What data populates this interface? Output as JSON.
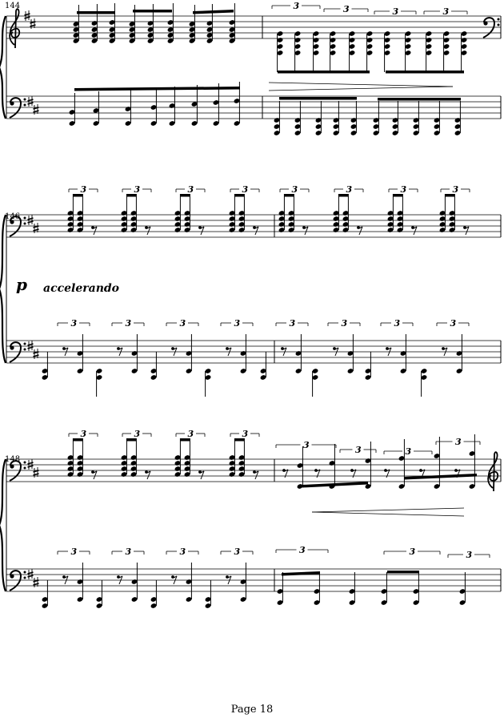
{
  "systems": [
    {
      "measure_number": "144"
    },
    {
      "measure_number": "146"
    },
    {
      "measure_number": "148"
    }
  ],
  "markings": {
    "dynamic": "p",
    "expression": "accelerando",
    "tuplet": "3"
  },
  "footer": {
    "page_label": "Page 18"
  }
}
